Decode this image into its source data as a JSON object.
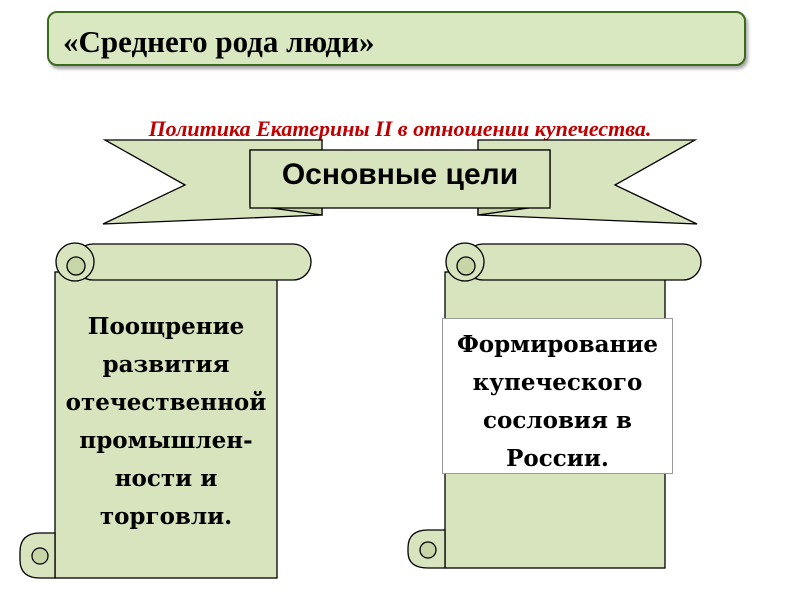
{
  "slide": {
    "title": "«Среднего рода люди»",
    "subtitle": "Политика Екатерины II в отношении купечества.",
    "ribbon_label": "Основные цели"
  },
  "scrolls": [
    {
      "lines": [
        "Поощрение",
        "развития",
        "отечественной",
        "промышлен-",
        "ности и",
        "торговли."
      ]
    },
    {
      "lines": [
        "Формирование",
        "купеческого",
        "сословия в",
        "России."
      ]
    }
  ],
  "colors": {
    "fill": "#d8e4bd",
    "title_fill": "#d9e8c1",
    "title_border": "#3a6a1e",
    "subtitle": "#c00000",
    "outline": "#000000"
  }
}
